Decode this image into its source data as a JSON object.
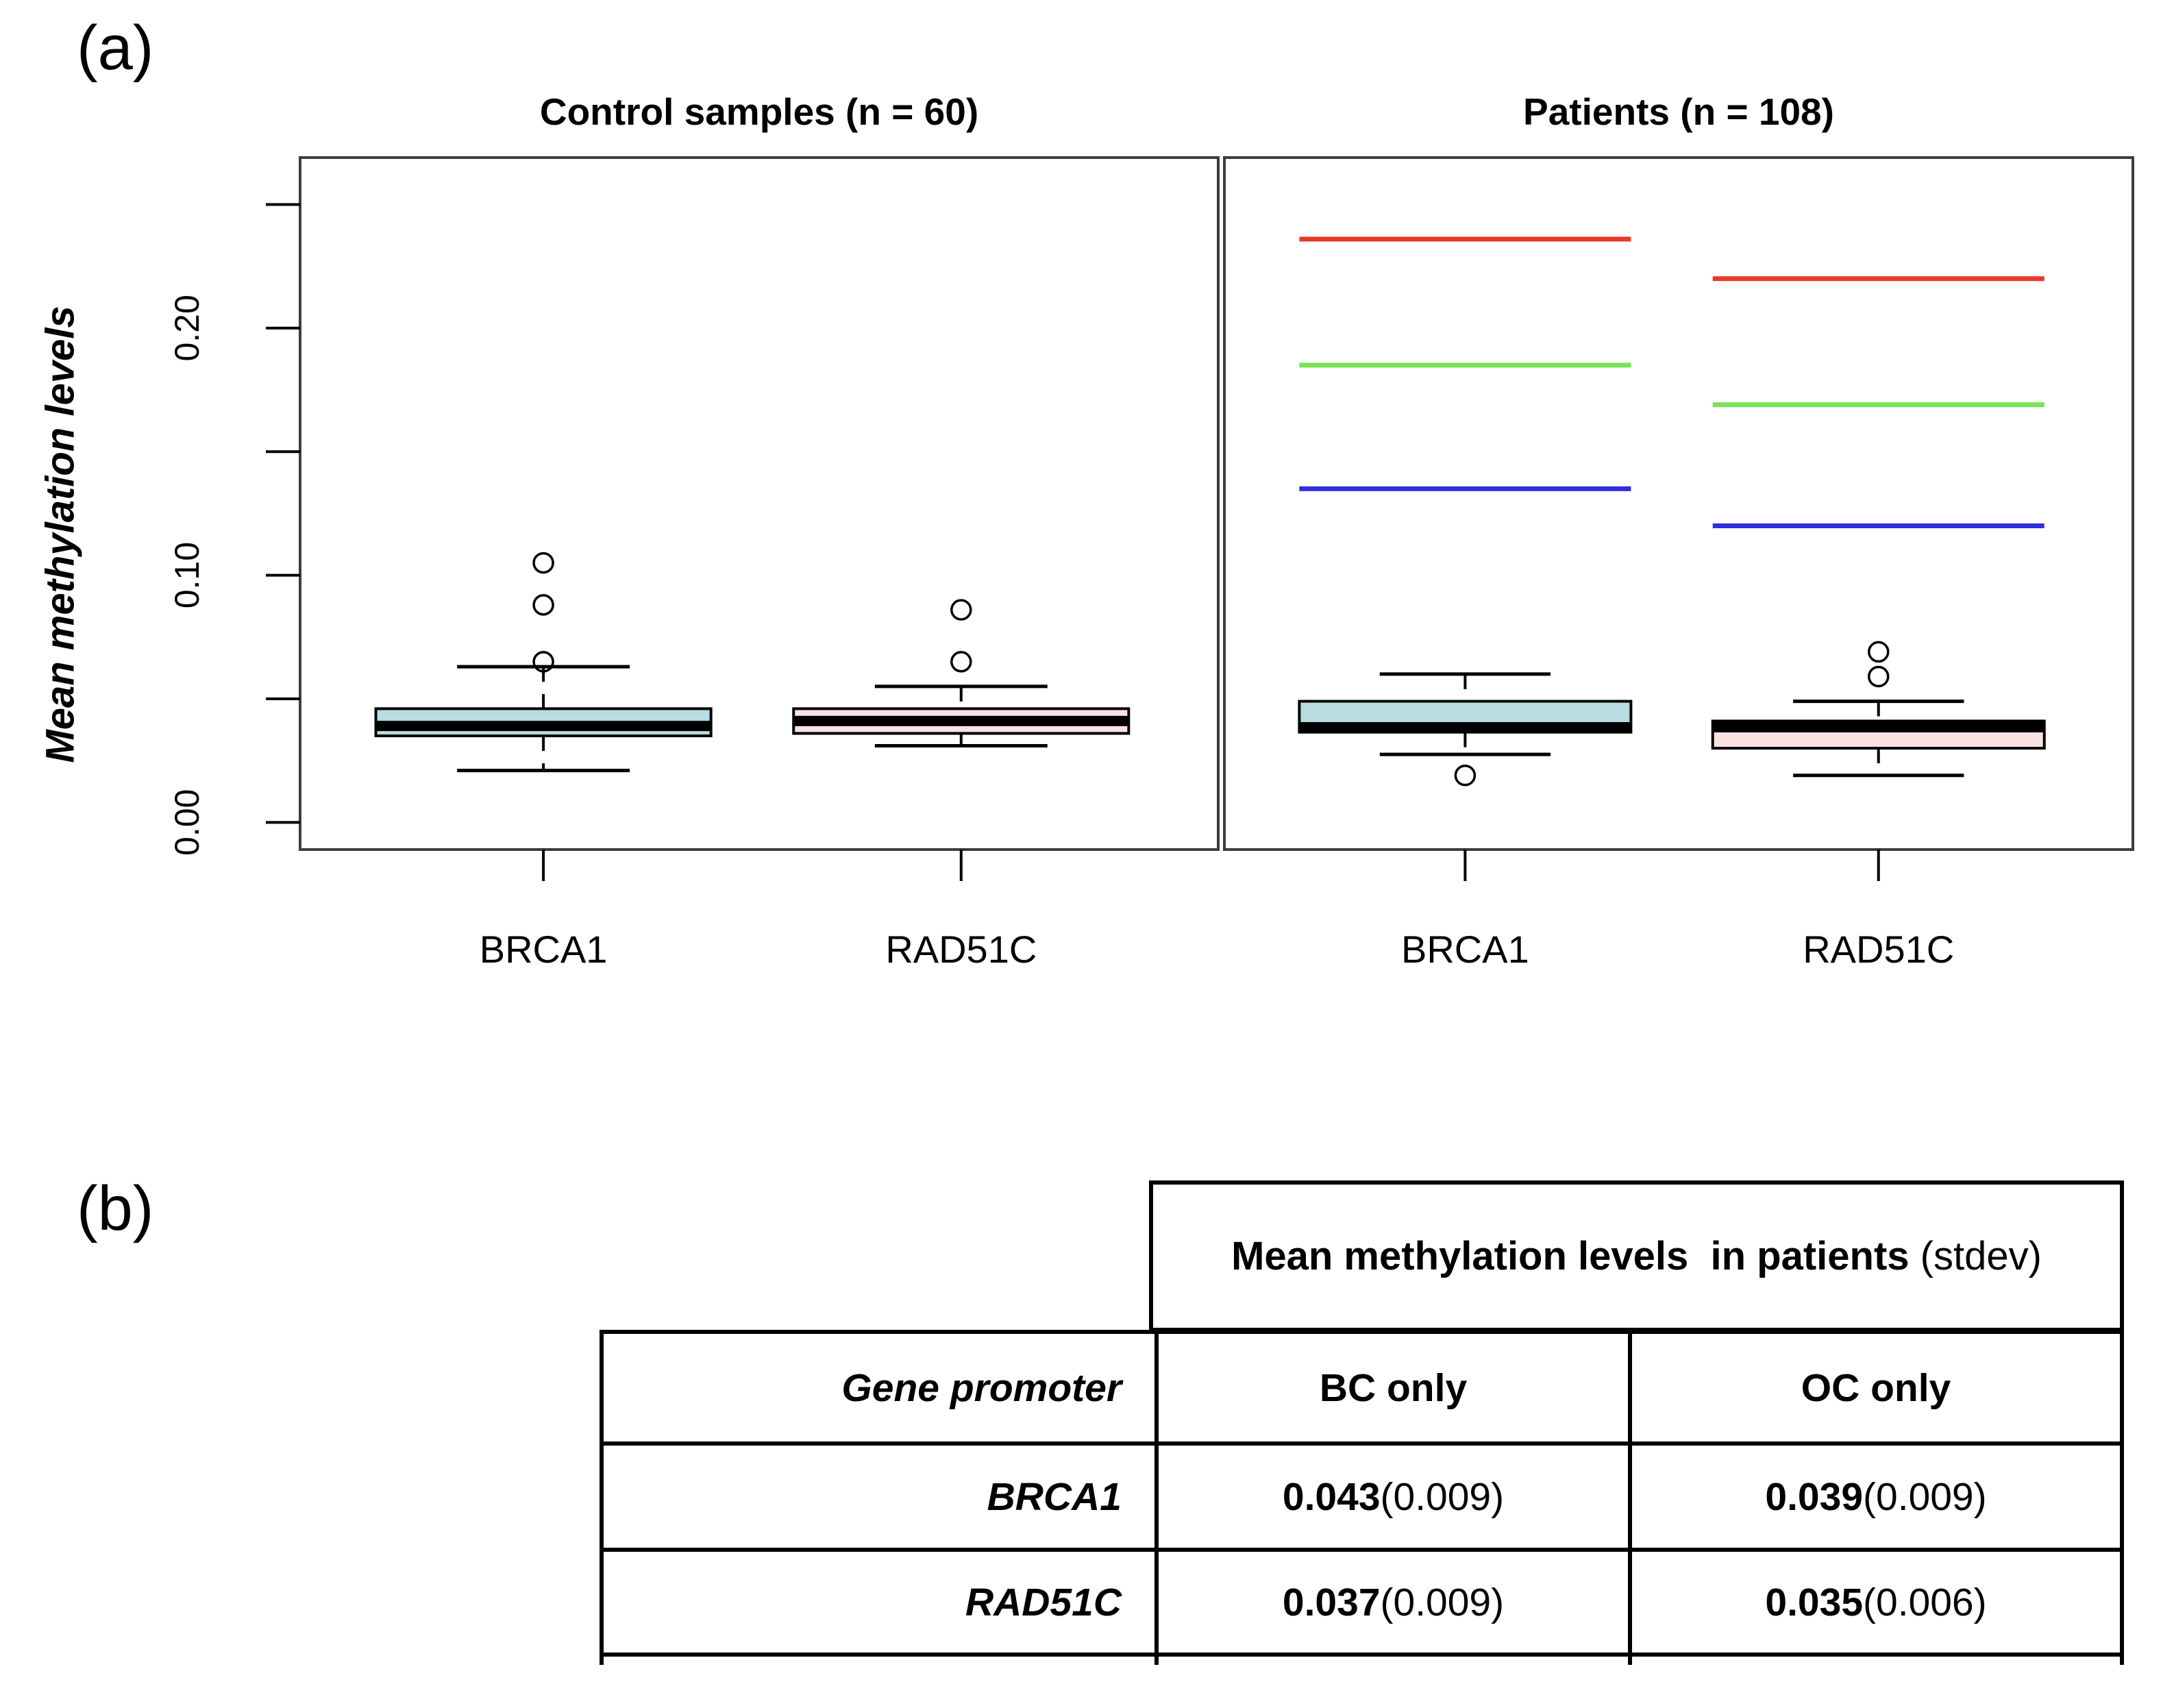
{
  "labels": {
    "panel_a": "(a)",
    "panel_b": "(b)"
  },
  "chart_data": [
    {
      "type": "boxplot",
      "title": "Control samples (n = 60)",
      "ylabel": "Mean methylation levels",
      "ylim": [
        -0.011,
        0.269
      ],
      "yticks": [
        0,
        0.05,
        0.1,
        0.15,
        0.2,
        0.25
      ],
      "ytick_labels": [
        "0.00",
        "",
        "0.10",
        "",
        "0.20",
        ""
      ],
      "categories": [
        "BRCA1",
        "RAD51C"
      ],
      "grid": false,
      "series": [
        {
          "category": "BRCA1",
          "box_color": "#b9dbe2",
          "whisker_low": 0.021,
          "q1": 0.035,
          "median": 0.039,
          "q3": 0.046,
          "whisker_high": 0.063,
          "outliers": [
            0.065,
            0.088,
            0.105
          ],
          "ref_lines": []
        },
        {
          "category": "RAD51C",
          "box_color": "#f9e2e2",
          "whisker_low": 0.031,
          "q1": 0.036,
          "median": 0.041,
          "q3": 0.046,
          "whisker_high": 0.055,
          "outliers": [
            0.065,
            0.086
          ],
          "ref_lines": []
        }
      ]
    },
    {
      "type": "boxplot",
      "title": "Patients (n = 108)",
      "ylabel": "Mean methylation levels",
      "ylim": [
        -0.011,
        0.269
      ],
      "yticks": [
        0,
        0.05,
        0.1,
        0.15,
        0.2,
        0.25
      ],
      "ytick_labels": [
        "0.00",
        "",
        "0.10",
        "",
        "0.20",
        ""
      ],
      "categories": [
        "BRCA1",
        "RAD51C"
      ],
      "grid": false,
      "series": [
        {
          "category": "BRCA1",
          "box_color": "#b9dbe2",
          "whisker_low": 0.0275,
          "q1": 0.0365,
          "median": 0.0385,
          "q3": 0.049,
          "whisker_high": 0.06,
          "outliers": [
            0.019
          ],
          "ref_lines": [
            {
              "color": "#e8392b",
              "value": 0.236
            },
            {
              "color": "#79e257",
              "value": 0.185
            },
            {
              "color": "#2f2fe0",
              "value": 0.135
            }
          ]
        },
        {
          "category": "RAD51C",
          "box_color": "#f9e2e2",
          "whisker_low": 0.019,
          "q1": 0.03,
          "median": 0.0385,
          "q3": 0.041,
          "whisker_high": 0.049,
          "outliers": [
            0.059,
            0.069
          ],
          "ref_lines": [
            {
              "color": "#e8392b",
              "value": 0.22
            },
            {
              "color": "#79e257",
              "value": 0.169
            },
            {
              "color": "#2f2fe0",
              "value": 0.12
            }
          ]
        }
      ]
    }
  ],
  "table": {
    "header_bold": "Mean methylation levels  in patients",
    "header_note": " (stdev)",
    "columns": {
      "gene": "Gene promoter",
      "bc": "BC only",
      "oc": "OC only"
    },
    "rows": [
      {
        "gene": "BRCA1",
        "bc_value": "0.043",
        "bc_stdev": " (0.009)",
        "oc_value": "0.039",
        "oc_stdev": " (0.009)"
      },
      {
        "gene": "RAD51C",
        "bc_value": "0.037",
        "bc_stdev": " (0.009)",
        "oc_value": "0.035",
        "oc_stdev": " (0.006)"
      }
    ]
  }
}
